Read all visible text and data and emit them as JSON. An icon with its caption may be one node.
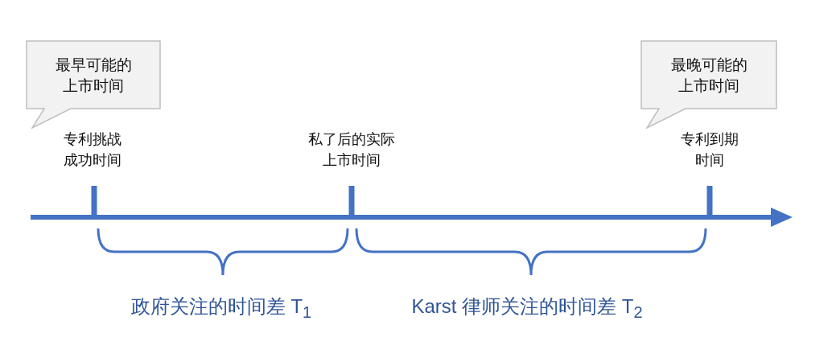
{
  "diagram": {
    "nodes": [
      {
        "text": [
          "最早可能的上市时间"
        ]
      },
      {
        "text": [
          "最晚可能的上市时间"
        ]
      }
    ],
    "labels": [
      "专利挑战成功时间",
      "私了后的实际上市时间",
      "专利到期时间",
      "政府关注的时间差 T$_{1}$",
      "Karst 律师关注的时间差 T$_{2}$"
    ]
  }
}
